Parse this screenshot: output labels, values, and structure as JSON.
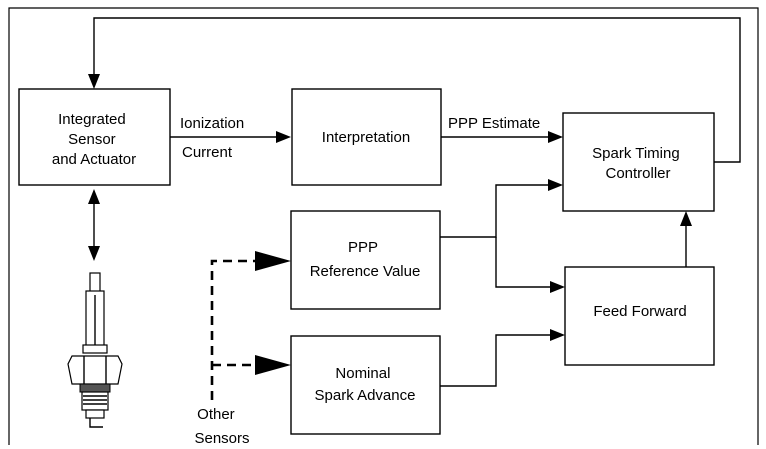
{
  "blocks": {
    "sensor": [
      "Integrated",
      "Sensor",
      "and Actuator"
    ],
    "interpretation": [
      "Interpretation"
    ],
    "controller": [
      "Spark Timing",
      "Controller"
    ],
    "reference": [
      "PPP",
      "Reference Value"
    ],
    "feed_forward": [
      "Feed Forward"
    ],
    "nominal": [
      "Nominal",
      "Spark Advance"
    ]
  },
  "edge_labels": {
    "ionization": "Ionization",
    "current": "Current",
    "ppp_estimate": "PPP Estimate"
  },
  "external": {
    "other_sensors": [
      "Other",
      "Sensors"
    ]
  },
  "icons": {
    "spark_plug": "spark-plug-icon"
  }
}
